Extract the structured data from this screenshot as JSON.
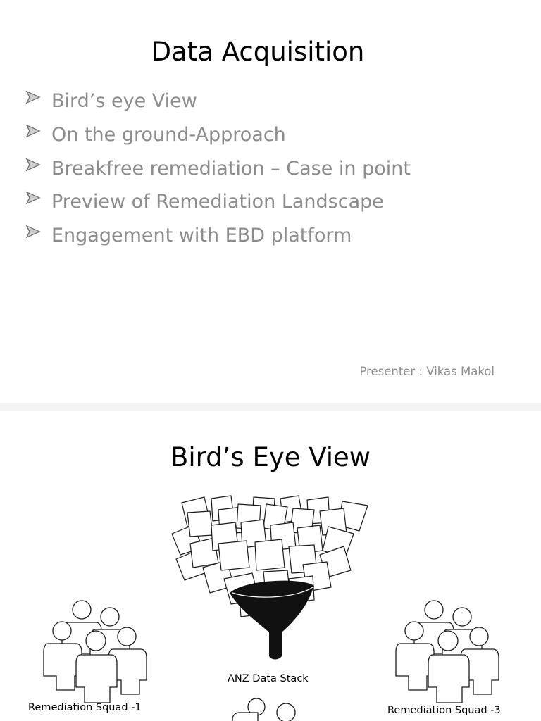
{
  "slide1": {
    "title": "Data Acquisition",
    "bullets": [
      "Bird’s eye View",
      "On the ground-Approach",
      "Breakfree remediation – Case in point",
      "Preview of Remediation Landscape",
      "Engagement with EBD platform"
    ],
    "presenter": "Presenter : Vikas Makol"
  },
  "slide2": {
    "title": "Bird’s Eye View",
    "funnel_label": "ANZ Data Stack",
    "squad_left": "Remediation Squad -1",
    "squad_right": "Remediation Squad -3"
  }
}
